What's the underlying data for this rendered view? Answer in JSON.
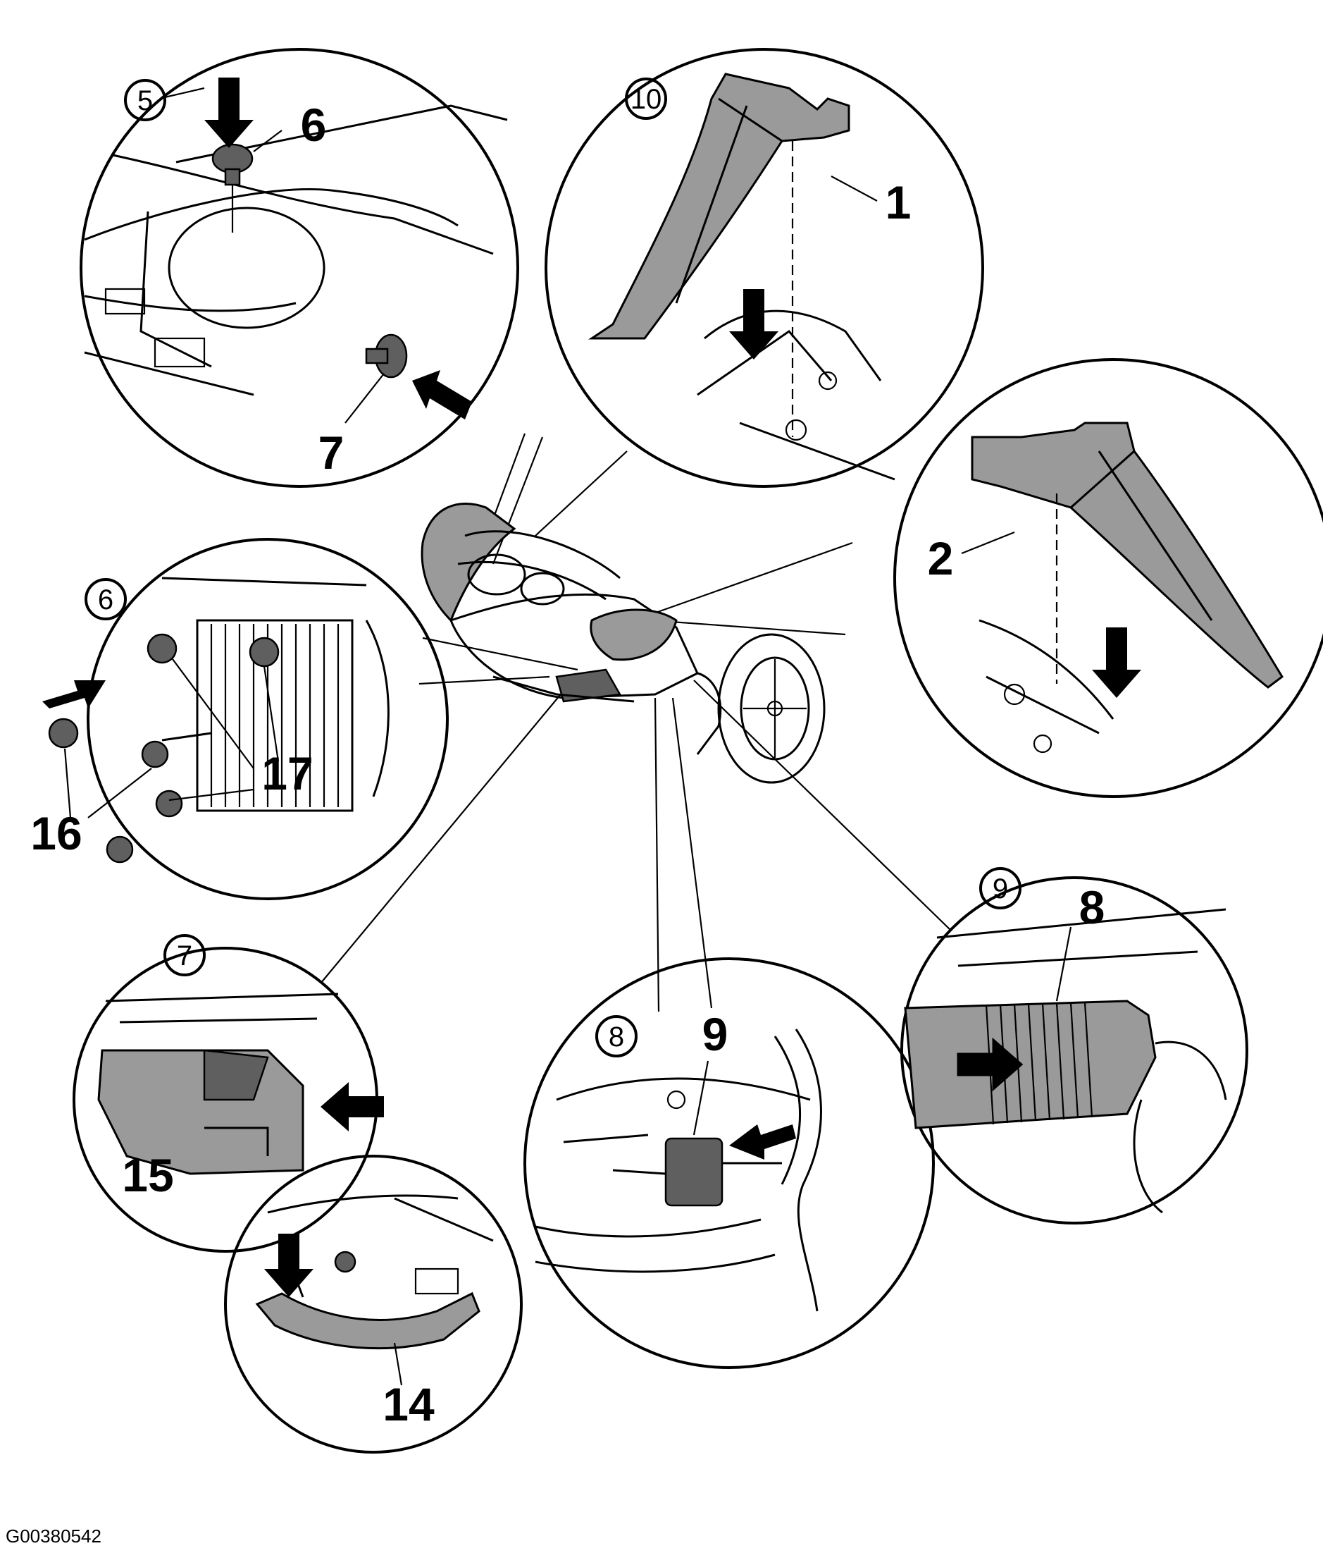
{
  "diagram": {
    "figure_code": "G00380542",
    "detail_views": [
      {
        "id": "view-5",
        "circle_label": "5"
      },
      {
        "id": "view-10",
        "circle_label": "10"
      },
      {
        "id": "view-6",
        "circle_label": "6"
      },
      {
        "id": "view-7",
        "circle_label": "7"
      },
      {
        "id": "view-8",
        "circle_label": "8"
      },
      {
        "id": "view-9",
        "circle_label": "9"
      }
    ],
    "callouts": [
      {
        "id": "c6",
        "text": "6"
      },
      {
        "id": "c7",
        "text": "7"
      },
      {
        "id": "c1",
        "text": "1"
      },
      {
        "id": "c2",
        "text": "2"
      },
      {
        "id": "c17",
        "text": "17"
      },
      {
        "id": "c16",
        "text": "16"
      },
      {
        "id": "c8",
        "text": "8"
      },
      {
        "id": "c9",
        "text": "9"
      },
      {
        "id": "c15",
        "text": "15"
      },
      {
        "id": "c14",
        "text": "14"
      }
    ]
  }
}
